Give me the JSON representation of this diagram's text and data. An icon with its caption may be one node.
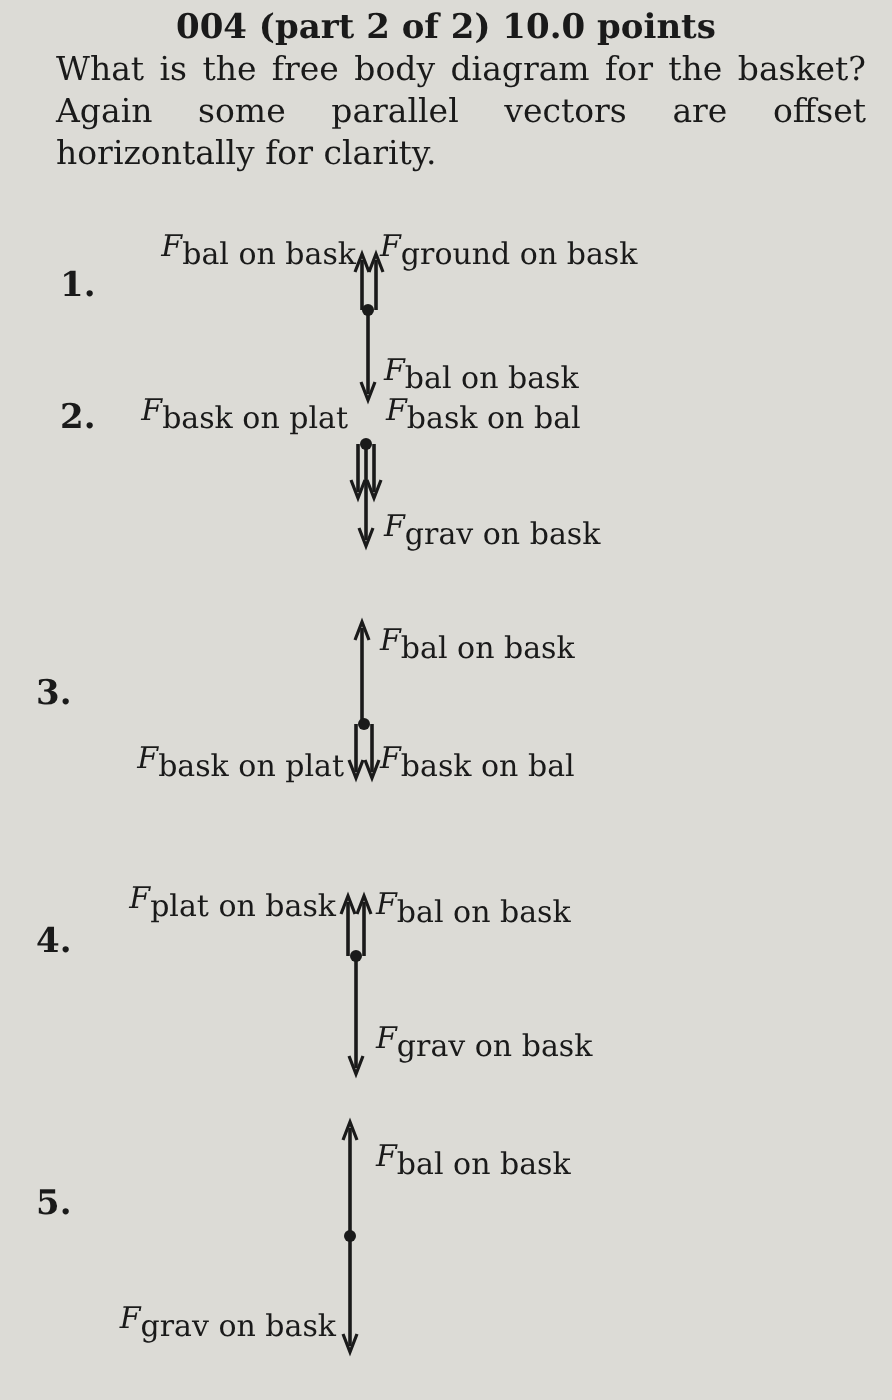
{
  "diagram": {
    "title": "004 (part 2 of 2) 10.0 points",
    "labels": [
      "What is the free body diagram for the basket? Again some parallel vectors are offset horizontally for clarity.",
      "1.",
      "*F*$_{bal on bask}$",
      "*F*$_{ground on bask}$",
      "*F*$_{bal on bask}$",
      "2.",
      "*F*$_{bask on plat}$",
      "*F*$_{bask on bal}$",
      "*F*$_{grav on bask}$",
      "*F*$_{bal on bask}$",
      "3.",
      "*F*$_{bask on plat}$",
      "*F*$_{bask on bal}$",
      "*F*$_{plat on bask}$",
      "*F*$_{bal on bask}$",
      "4.",
      "*F*$_{grav on bask}$",
      "*F*$_{bal on bask}$",
      "5.",
      "*F*$_{grav on bask}$"
    ]
  }
}
